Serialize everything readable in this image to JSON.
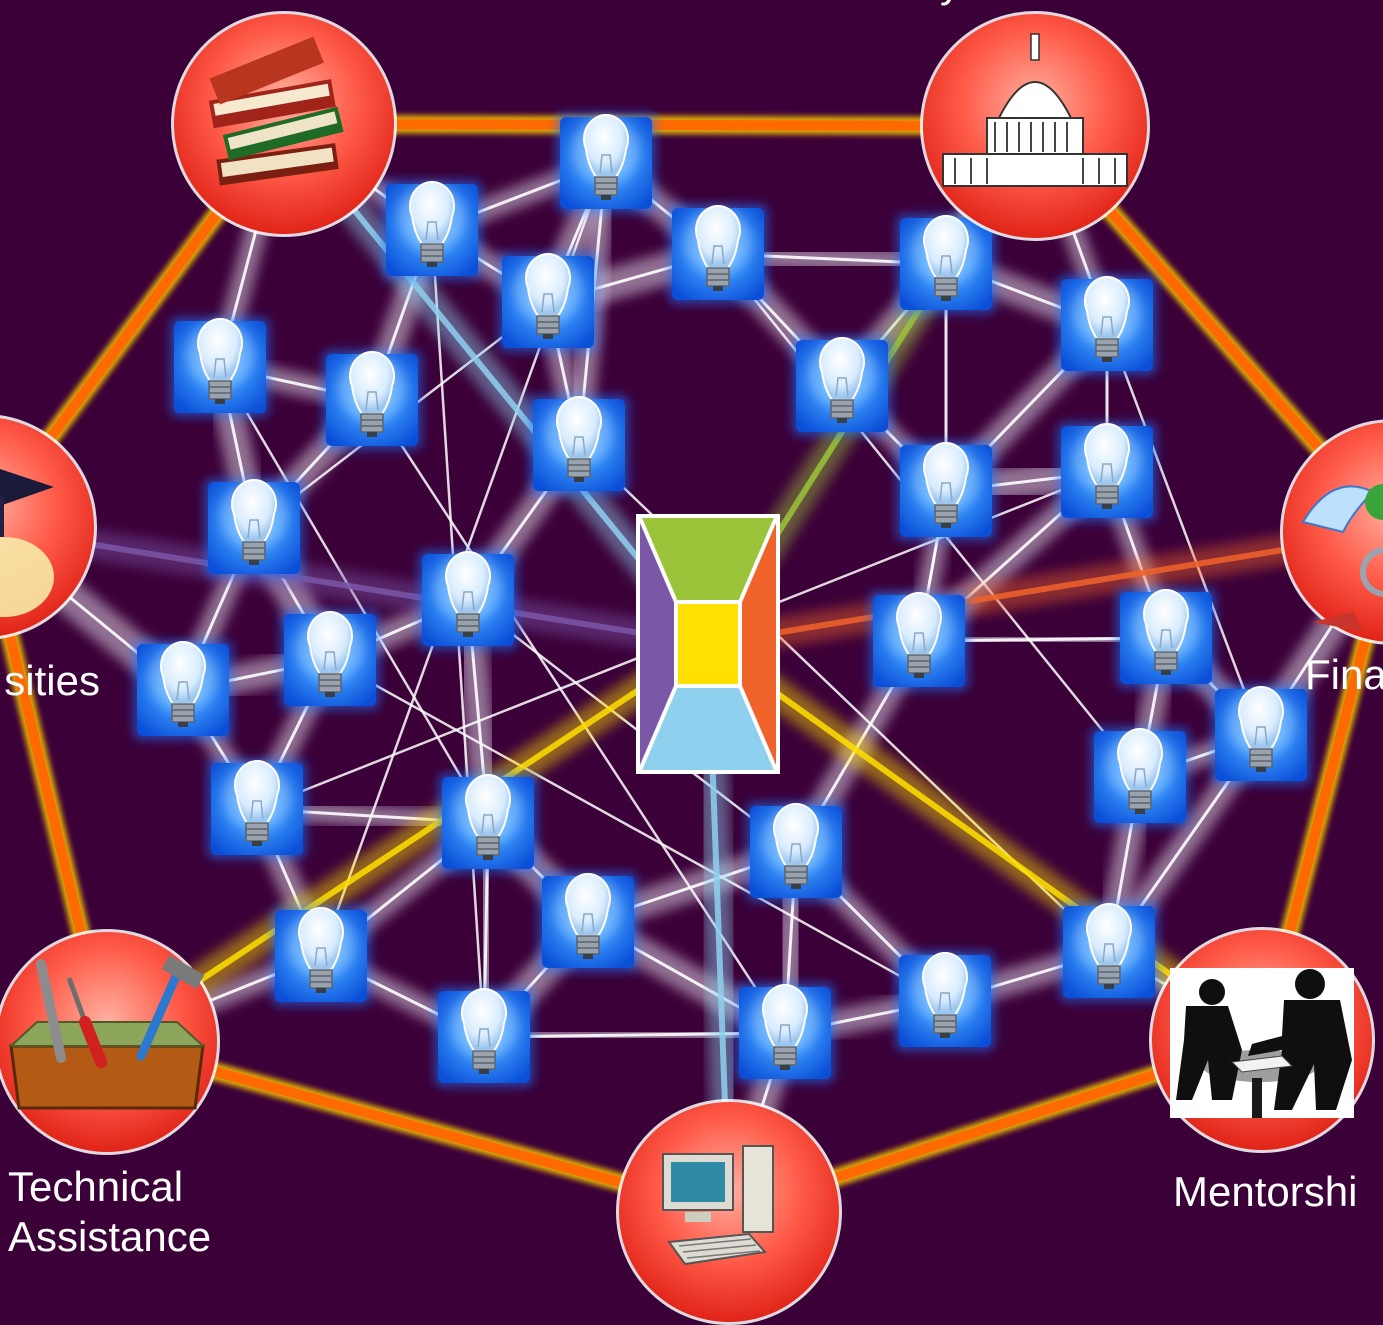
{
  "nodes": {
    "education": {
      "icon": "books-icon"
    },
    "policy": {
      "icon": "capitol-building-icon",
      "label": "y"
    },
    "universities": {
      "icon": "graduation-cap-icon",
      "label": "sities"
    },
    "finance": {
      "icon": "winged-money-icon",
      "label": "Fina"
    },
    "technical": {
      "icon": "toolbox-icon",
      "label_line1": "Technical",
      "label_line2": "Assistance"
    },
    "technology": {
      "icon": "computer-icon"
    },
    "mentorship": {
      "icon": "meeting-silhouette-icon",
      "label": "Mentorshi"
    }
  },
  "center": {
    "icon": "hub-logo-icon"
  },
  "idea_icon": "lightbulb-icon",
  "colors": {
    "background": "#3b0038",
    "frame_orange": "#ff6a00",
    "frame_yellow": "#f5c400",
    "node_red": "#f03a2e",
    "bulb_blue": "#1a74ff",
    "logo_green": "#9cc43a",
    "logo_orange": "#f0632a",
    "logo_purple": "#7b57a8",
    "logo_yellow": "#ffe000",
    "logo_blue": "#8fd0ee"
  }
}
